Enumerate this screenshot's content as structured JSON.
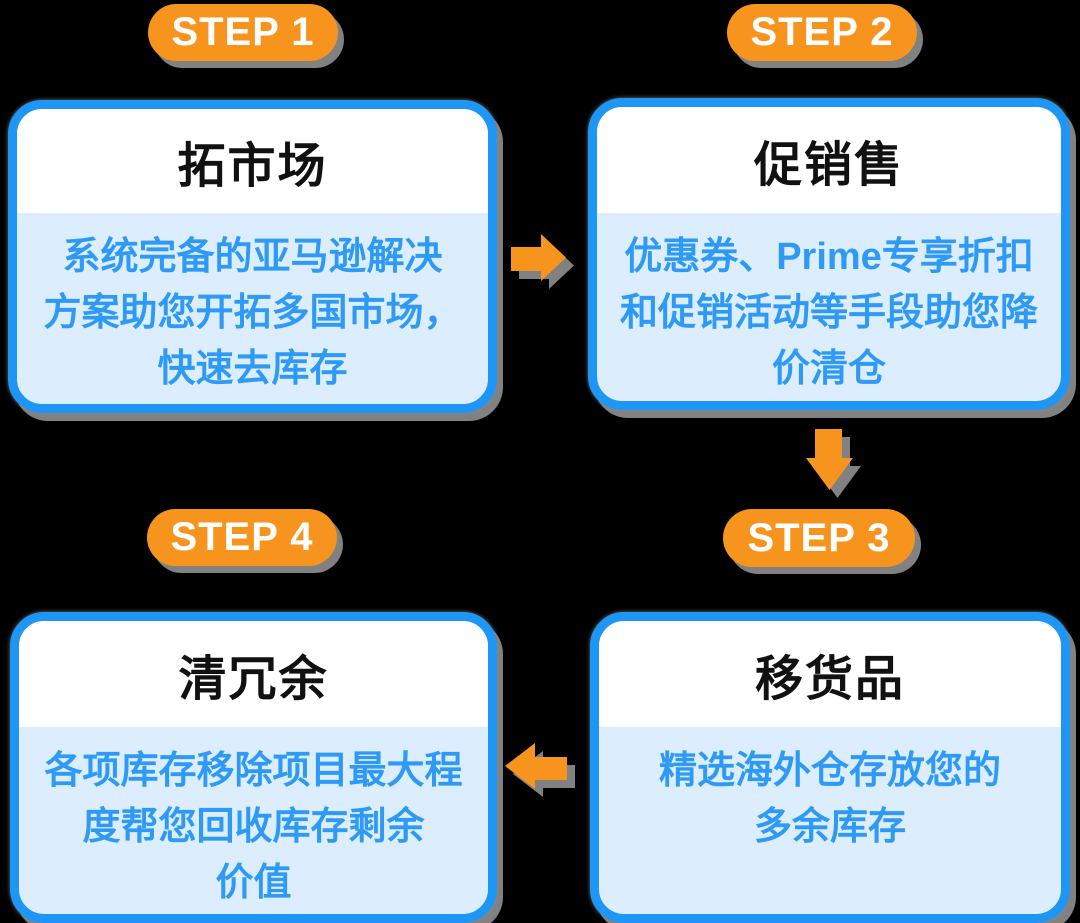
{
  "diagram": {
    "background_color": "#000000",
    "steps": [
      {
        "badge": "STEP 1",
        "title": "拓市场",
        "description": "系统完备的亚马逊解决\n方案助您开拓多国市场，\n快速去库存"
      },
      {
        "badge": "STEP 2",
        "title": "促销售",
        "description": "优惠券、Prime专享折扣\n和促销活动等手段助您降\n价清仓"
      },
      {
        "badge": "STEP 3",
        "title": "移货品",
        "description": "精选海外仓存放您的\n多余库存"
      },
      {
        "badge": "STEP 4",
        "title": "清冗余",
        "description": "各项库存移除项目最大程\n度帮您回收库存剩余\n价值"
      }
    ],
    "arrows": [
      {
        "icon": "arrow-right-icon",
        "from": "STEP 1",
        "to": "STEP 2"
      },
      {
        "icon": "arrow-down-icon",
        "from": "STEP 2",
        "to": "STEP 3"
      },
      {
        "icon": "arrow-left-icon",
        "from": "STEP 3",
        "to": "STEP 4"
      }
    ],
    "colors": {
      "badge_orange": "#F7941D",
      "badge_text": "#FFFFFF",
      "card_border_blue": "#1E96F5",
      "card_header_bg": "#FFFFFF",
      "card_body_bg": "#DCEEFD",
      "title_text": "#111111",
      "body_text": "#2E9AF5",
      "shadow_gray": "#8C8C8C"
    }
  }
}
